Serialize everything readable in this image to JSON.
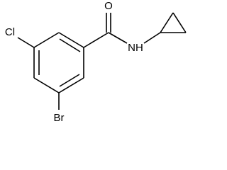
{
  "molecule": {
    "atoms": {
      "oxygen": "O",
      "nitrogen_hydrogen": "NH",
      "chlorine": "Cl",
      "bromine": "Br"
    },
    "colors": {
      "bond": "#000000",
      "label": "#000000",
      "background": "#ffffff"
    }
  }
}
